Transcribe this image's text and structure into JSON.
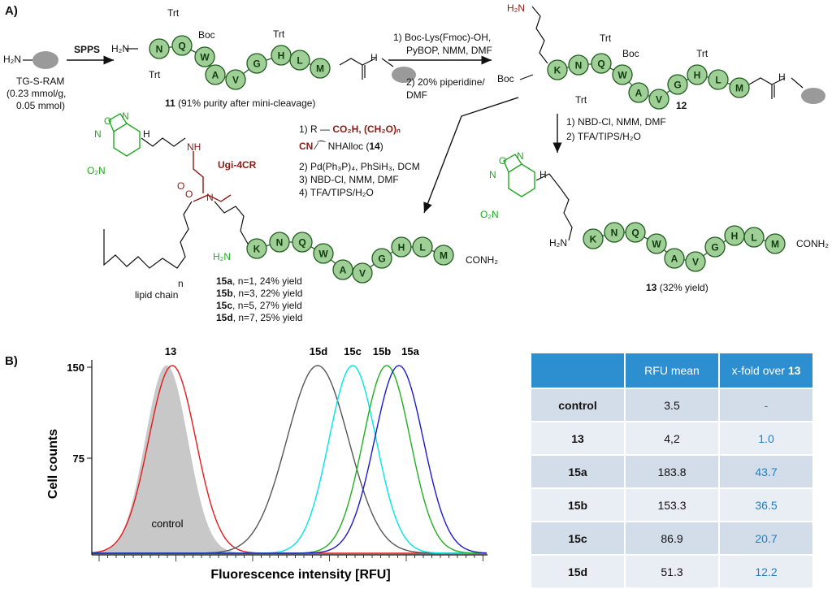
{
  "panel_a": {
    "label": "A)",
    "resin": {
      "name": "TG-S-RAM",
      "loading": "(0.23 mmol/g,",
      "amount": "0.05 mmol)",
      "h2n": "H₂N"
    },
    "spps": "SPPS",
    "cmp11": {
      "h2n": "H₂N",
      "caption_num": "11",
      "caption": "(91% purity after mini-cleavage)",
      "pg_trt1": "Trt",
      "pg_trt2": "Trt",
      "pg_boc": "Boc",
      "pg_trt3": "Trt",
      "nh": "H"
    },
    "step1": {
      "l1": "1) Boc-Lys(Fmoc)-OH,",
      "l2": "PyBOP, NMM, DMF",
      "l3": "2) 20% piperidine/",
      "l4": "DMF"
    },
    "cmp12": {
      "num": "12",
      "h2n": "H₂N",
      "boc": "Boc",
      "pg_trt1": "Trt",
      "pg_trt2": "Trt",
      "pg_boc": "Boc",
      "pg_trt3": "Trt",
      "nh": "H"
    },
    "step2": {
      "l1": "1) NBD-Cl, NMM, DMF",
      "l2": "2) TFA/TIPS/H₂O"
    },
    "step3": {
      "l1_a": "1) R",
      "l1_b": "CO₂H, (CH₂O)ₙ",
      "l2_a": "CN",
      "l2_b": "NHAlloc (",
      "l2_c": "14",
      "l2_d": ")",
      "l3": "2) Pd(Ph₃P)₄, PhSiH₃, DCM",
      "l4": "3) NBD-Cl, NMM, DMF",
      "l5": "4) TFA/TIPS/H₂O"
    },
    "ugi": "Ugi-4CR",
    "nbd": {
      "no2": "O₂N",
      "o": "O",
      "n1": "N",
      "n2": "N",
      "h": "H"
    },
    "ugi_atoms": {
      "nh": "NH",
      "o1": "O",
      "o2": "O",
      "n": "N"
    },
    "cmp15": {
      "h2n": "H₂N",
      "conh2": "CONH₂",
      "n_sub": "n",
      "lipid": "lipid chain",
      "yields": [
        {
          "id": "15a",
          "text": ", n=1, 24% yield"
        },
        {
          "id": "15b",
          "text": ", n=3, 22% yield"
        },
        {
          "id": "15c",
          "text": ", n=5, 27% yield"
        },
        {
          "id": "15d",
          "text": ", n=7, 25% yield"
        }
      ]
    },
    "cmp13": {
      "h2n": "H₂N",
      "conh2": "CONH₂",
      "num": "13",
      "yield": "(32% yield)",
      "nbd_no2": "O₂N",
      "nbd_o": "O",
      "nbd_n1": "N",
      "nbd_n2": "N",
      "nh": "H"
    },
    "peptide_resin": [
      "N",
      "Q",
      "W",
      "A",
      "V",
      "G",
      "H",
      "L",
      "M"
    ],
    "peptide_full": [
      "K",
      "N",
      "Q",
      "W",
      "A",
      "V",
      "G",
      "H",
      "L",
      "M"
    ]
  },
  "panel_b": {
    "label": "B)",
    "histogram": {
      "ylabel": "Cell counts",
      "xlabel": "Fluorescence intensity [RFU]",
      "yticks": [
        "150",
        "75"
      ],
      "control_label": "control",
      "peak_labels": [
        "13",
        "15d",
        "15c",
        "15b",
        "15a"
      ]
    },
    "table": {
      "headers": [
        "",
        "RFU mean",
        "x-fold over "
      ],
      "header_ref": "13",
      "rows": [
        {
          "name": "control",
          "rfu": "3.5",
          "fold": "-"
        },
        {
          "name": "13",
          "rfu": "4,2",
          "fold": "1.0"
        },
        {
          "name": "15a",
          "rfu": "183.8",
          "fold": "43.7"
        },
        {
          "name": "15b",
          "rfu": "153.3",
          "fold": "36.5"
        },
        {
          "name": "15c",
          "rfu": "86.9",
          "fold": "20.7"
        },
        {
          "name": "15d",
          "rfu": "51.3",
          "fold": "12.2"
        }
      ]
    }
  },
  "chart_data": {
    "type": "area",
    "xlabel": "Fluorescence intensity [RFU]",
    "ylabel": "Cell counts",
    "ylim": [
      0,
      150
    ],
    "yticks": [
      75,
      150
    ],
    "series": [
      {
        "name": "control",
        "color": "#c8c8c8",
        "filled": true,
        "peak_rfu_mean": 3.5,
        "peak_count": 150
      },
      {
        "name": "13",
        "color": "#e41a1c",
        "peak_rfu_mean": 4.2,
        "peak_count": 150
      },
      {
        "name": "15d",
        "color": "#555555",
        "peak_rfu_mean": 51.3,
        "peak_count": 150
      },
      {
        "name": "15c",
        "color": "#00e5e5",
        "peak_rfu_mean": 86.9,
        "peak_count": 150
      },
      {
        "name": "15b",
        "color": "#1fb01f",
        "peak_rfu_mean": 153.3,
        "peak_count": 150
      },
      {
        "name": "15a",
        "color": "#1a1acc",
        "peak_rfu_mean": 183.8,
        "peak_count": 150
      }
    ]
  }
}
